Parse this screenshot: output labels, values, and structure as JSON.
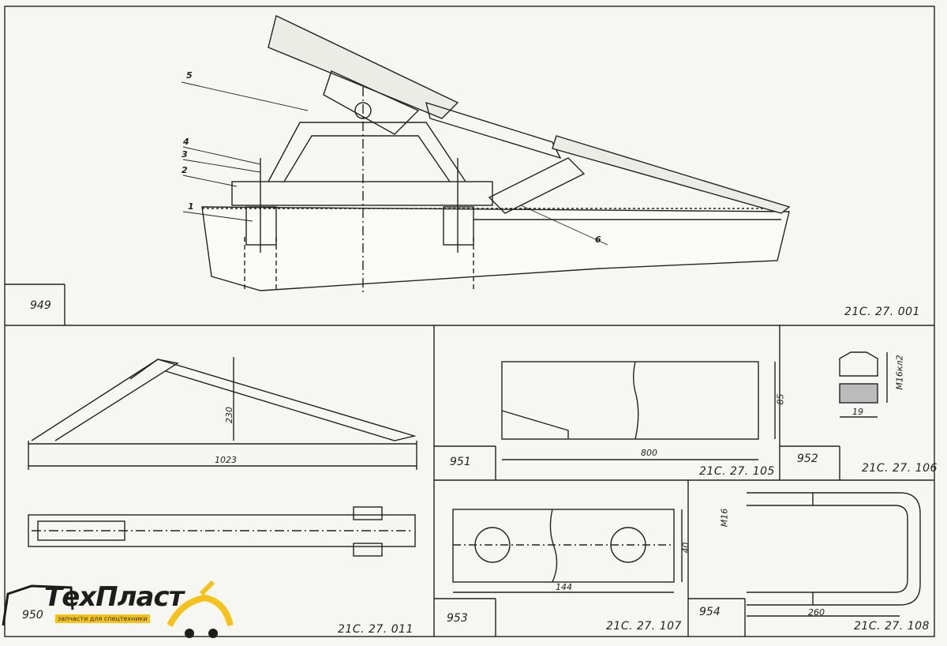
{
  "drawing": {
    "main_view": {
      "sheet_no": "949",
      "code": "21С. 27. 001",
      "callouts": [
        "1",
        "2",
        "3",
        "4",
        "5",
        "6"
      ]
    },
    "tipper": {
      "sheet_no": "950",
      "code": "21С. 27. 011",
      "dims": {
        "height": "230",
        "length": "1023"
      }
    },
    "plate": {
      "sheet_no": "951",
      "code": "21С. 27. 105",
      "dims": {
        "length": "800",
        "height": "85"
      }
    },
    "nut": {
      "sheet_no": "952",
      "code": "21С. 27. 106",
      "dims": {
        "thread": "М16кл2",
        "width": "19"
      }
    },
    "strip": {
      "sheet_no": "953",
      "code": "21С. 27. 107",
      "dims": {
        "length": "144",
        "height": "40"
      }
    },
    "ubolt": {
      "sheet_no": "954",
      "code": "21С. 27. 108",
      "dims": {
        "thread": "М16",
        "length": "260"
      }
    }
  },
  "watermark": {
    "brand": "ТехПласт",
    "tagline": "запчасти для спецтехники",
    "colors": {
      "accent": "#f4c21a",
      "ink": "#1d1d1d"
    }
  }
}
